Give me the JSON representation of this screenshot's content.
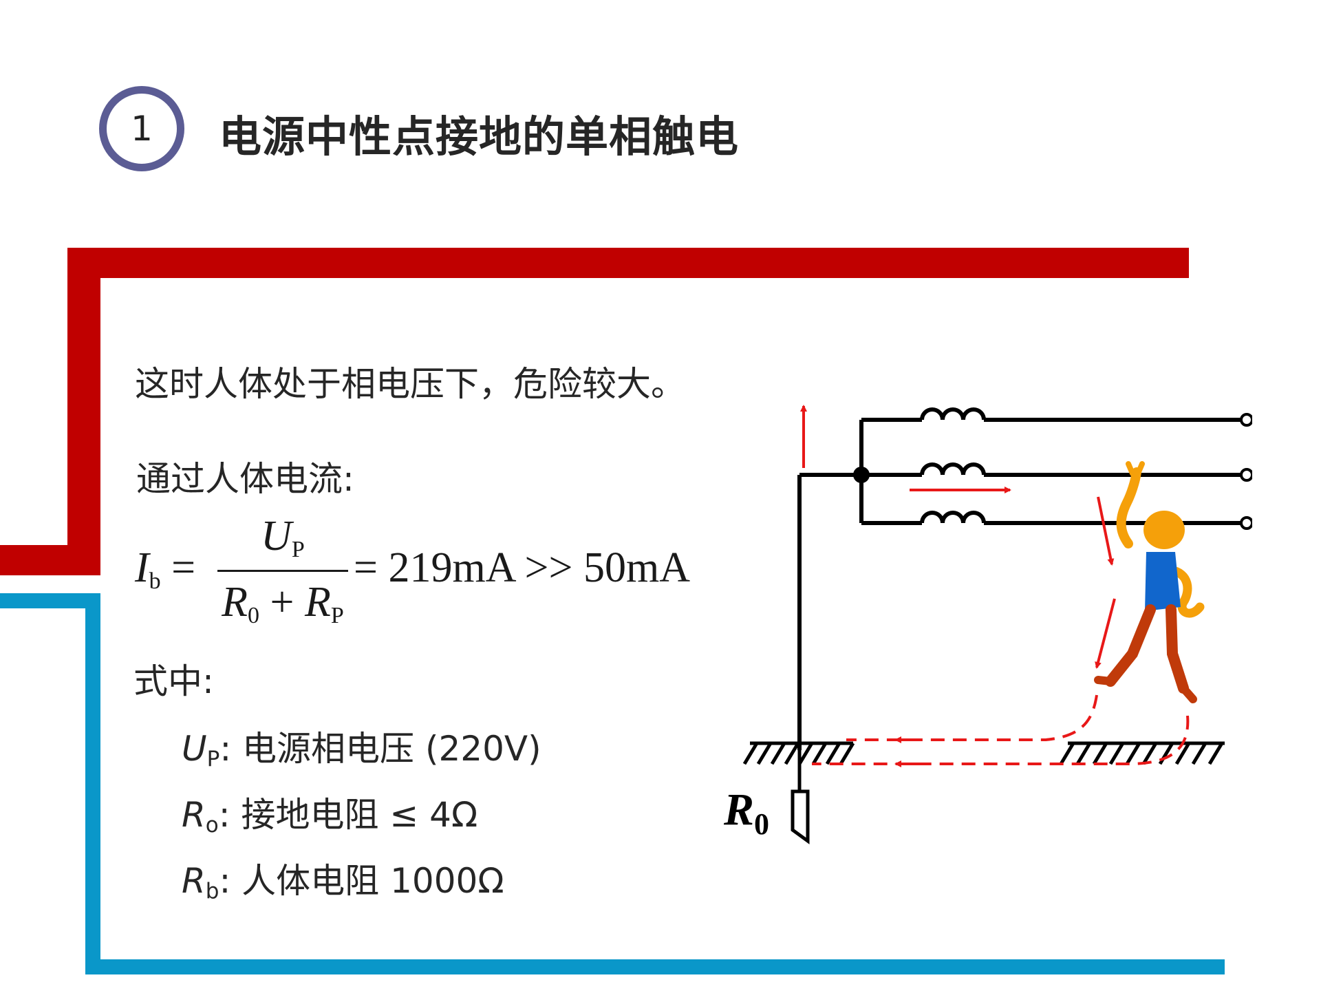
{
  "header": {
    "number": "1",
    "title": "电源中性点接地的单相触电"
  },
  "colors": {
    "accent_red": "#c00000",
    "accent_blue": "#0a97c9",
    "badge_ring": "#5b5c94",
    "current_arrow": "#e81818"
  },
  "content": {
    "intro": "这时人体处于相电压下，危险较大。",
    "current_label": "通过人体电流:",
    "formula": {
      "lhs_symbol": "I",
      "lhs_sub": "b",
      "equals": "=",
      "num_symbol": "U",
      "num_sub": "P",
      "den_r0": "R",
      "den_r0_sub": "0",
      "den_plus": "+",
      "den_rp": "R",
      "den_rp_sub": "P",
      "rhs": "= 219mA >> 50mA"
    },
    "where_label": "式中:",
    "definitions": [
      {
        "symbol": "U",
        "sub": "P",
        "text": ": 电源相电压 (220V)"
      },
      {
        "symbol": "R",
        "sub": "o",
        "text": ": 接地电阻 ≤ 4Ω"
      },
      {
        "symbol": "R",
        "sub": "b",
        "text": ": 人体电阻 1000Ω"
      }
    ]
  },
  "diagram": {
    "ground_resistor_label": "R",
    "ground_resistor_sub": "0"
  }
}
